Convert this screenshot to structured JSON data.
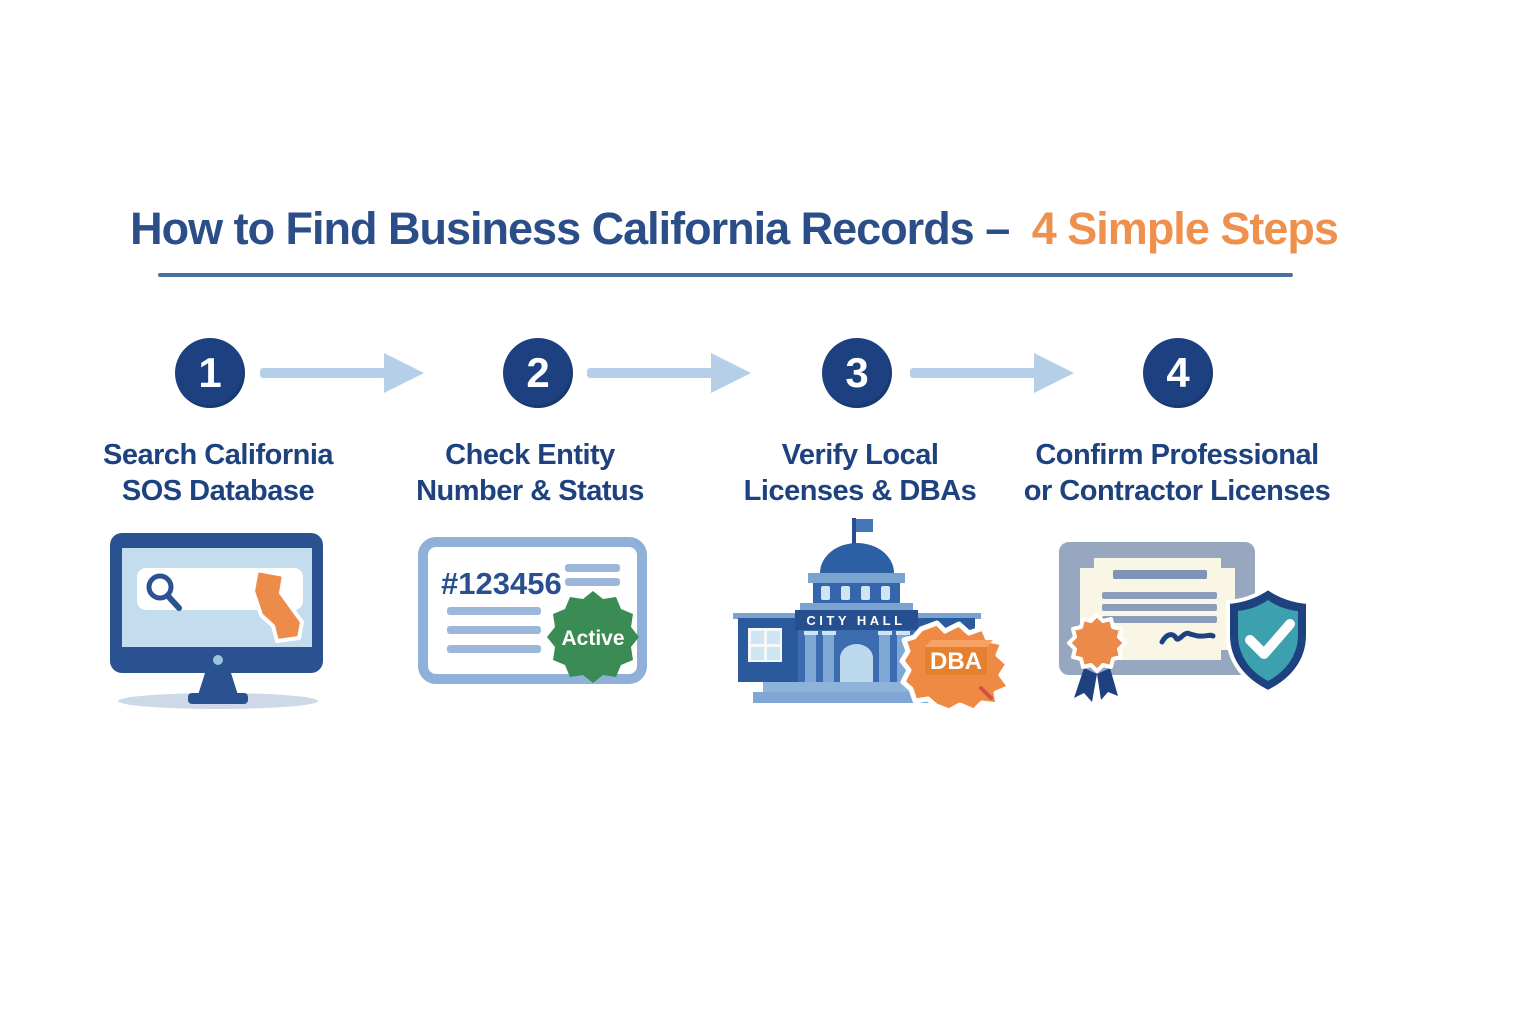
{
  "title": {
    "main": "How to Find Business California Records –",
    "accent": "4 Simple Steps"
  },
  "steps": [
    {
      "number": "1",
      "label_line1": "Search California",
      "label_line2": "SOS Database",
      "icon": "monitor-search-california-icon"
    },
    {
      "number": "2",
      "label_line1": "Check Entity",
      "label_line2": "Number & Status",
      "icon": "entity-record-card-icon",
      "card_number": "#123456",
      "badge_label": "Active"
    },
    {
      "number": "3",
      "label_line1": "Verify Local",
      "label_line2": "Licenses & DBAs",
      "icon": "city-hall-dba-icon",
      "building_sign": "CITY HALL",
      "map_tag": "DBA"
    },
    {
      "number": "4",
      "label_line1": "Confirm Professional",
      "label_line2": "or Contractor Licenses",
      "icon": "certificate-shield-check-icon"
    }
  ],
  "icons": [
    "arrow-right-icon",
    "search-icon",
    "california-map-icon",
    "active-seal-icon",
    "flag-icon",
    "dba-map-icon",
    "rosette-icon",
    "shield-check-icon"
  ],
  "colors": {
    "title_navy": "#2b4e88",
    "accent_orange": "#ef914e",
    "underline_blue": "#49709f",
    "circle_navy": "#1d4180",
    "arrow_light_blue": "#b5cfe9",
    "label_navy": "#1d427f",
    "monitor_navy": "#2a5291",
    "screen_light_blue": "#c3ddee",
    "california_orange": "#ed8c4a",
    "card_border_blue": "#8fb0d8",
    "active_green": "#3b8c54",
    "building_blue": "#3566ab",
    "dba_orange": "#ef8a45",
    "certificate_cream": "#faf6e6",
    "certificate_frame": "#97a7c0",
    "shield_teal": "#3da0af"
  }
}
